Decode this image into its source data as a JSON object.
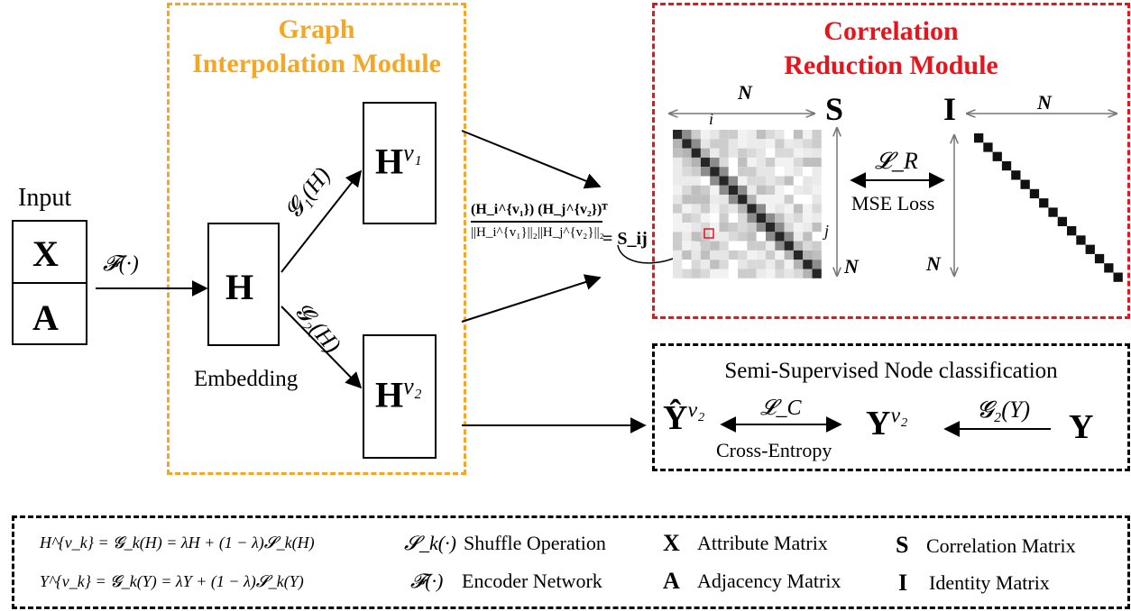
{
  "input": {
    "label": "Input",
    "x_symbol": "X",
    "a_symbol": "A",
    "encoder": "𝓕(·)"
  },
  "graph_module": {
    "title_line1": "Graph",
    "title_line2": "Interpolation Module",
    "h_label": "H",
    "embedding": "Embedding",
    "g1": "𝓖₁(H)",
    "g2": "𝓖₂(H)",
    "hv1_base": "H",
    "hv1_sup": "v₁",
    "hv2_base": "H",
    "hv2_sup": "v₂"
  },
  "formula": {
    "numerator": "(H_i^{v₁}) (H_j^{v₂})ᵀ",
    "denominator": "||H_i^{v₁}||₂||H_j^{v₂}||₂",
    "result": "= S_ij"
  },
  "correlation_module": {
    "title_line1": "Correlation",
    "title_line2": "Reduction Module",
    "n_top_left": "N",
    "i_label": "i",
    "s_label": "S",
    "j_label": "j",
    "n_right_s": "N",
    "loss_symbol": "𝓛_R",
    "loss_name": "MSE Loss",
    "identity_label": "I",
    "n_top_right": "N",
    "n_left_i": "N"
  },
  "classification": {
    "title": "Semi-Supervised Node classification",
    "y_hat": "Ŷ",
    "y_hat_sup": "v₂",
    "loss_symbol": "𝓛_C",
    "loss_name": "Cross-Entropy",
    "y_v2": "Y",
    "y_v2_sup": "v₂",
    "g2y": "𝓖₂(Y)",
    "y": "Y"
  },
  "legend": {
    "eq1": "H^{v_k} = 𝓖_k(H) = λH + (1 − λ)𝓢_k(H)",
    "eq2": "Y^{v_k} = 𝓖_k(Y) = λY + (1 − λ)𝓢_k(Y)",
    "shuffle_sym": "𝓢_k(·)",
    "shuffle_txt": "Shuffle  Operation",
    "encoder_sym": "𝓕(·)",
    "encoder_txt": "Encoder Network",
    "x_sym": "X",
    "x_txt": "Attribute Matrix",
    "a_sym": "A",
    "a_txt": "Adjacency Matrix",
    "s_sym": "S",
    "s_txt": "Correlation Matrix",
    "i_sym": "I",
    "i_txt": "Identity Matrix"
  }
}
